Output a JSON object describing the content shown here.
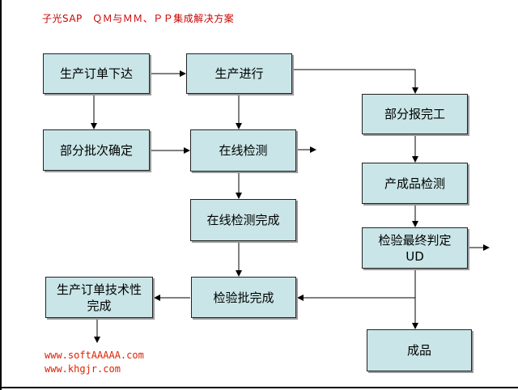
{
  "title": "子光SAP　ＱＭ与ＭＭ、ＰＰ集成解决方案",
  "nodes": {
    "order_release": "生产订单下达",
    "production": "生产进行",
    "partial_report": "部分报完工",
    "partial_lot": "部分批次确定",
    "online_inspection": "在线检测",
    "product_inspection": "产成品检测",
    "online_done": "在线检测完成",
    "final_ud": "检验最终判定\nUD",
    "order_tech_done": "生产订单技术性\n完成",
    "lot_done": "检验批完成",
    "finished_goods": "成品"
  },
  "footer": {
    "url1": "www.softAAAAA.com",
    "url2": "www.khgjr.com"
  },
  "colors": {
    "box_fill": "#c9e5e7",
    "title": "#cc0000",
    "url": "#dd2200"
  }
}
